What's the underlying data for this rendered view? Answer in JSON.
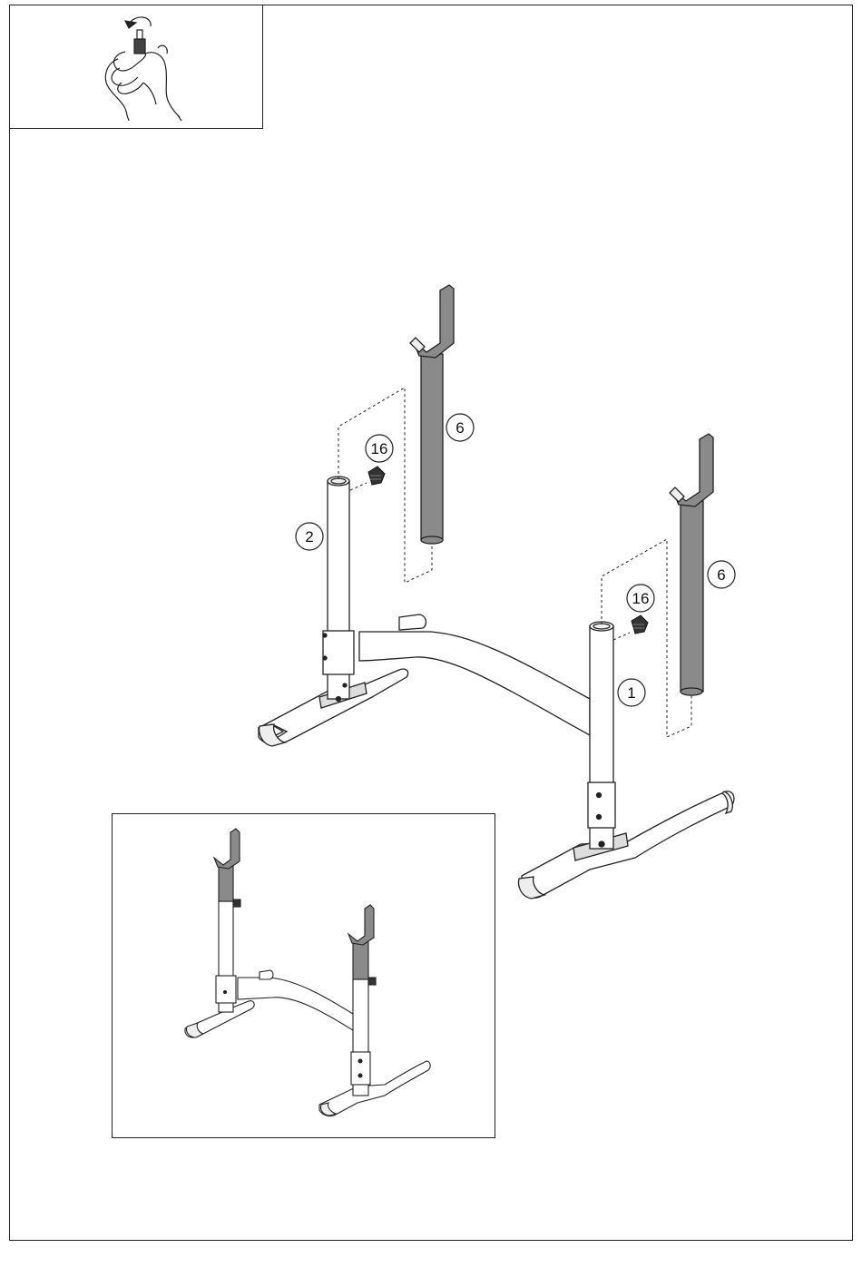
{
  "callouts": {
    "part_2": "2",
    "part_1": "1",
    "knob_left": "16",
    "knob_right": "16",
    "upright_left": "6",
    "upright_right": "6"
  },
  "colors": {
    "line": "#222222",
    "upright_fill": "#8a8a8a",
    "knob_fill": "#333333",
    "background": "#ffffff"
  },
  "icons": {
    "hand": "hand-tighten-knob-icon"
  }
}
